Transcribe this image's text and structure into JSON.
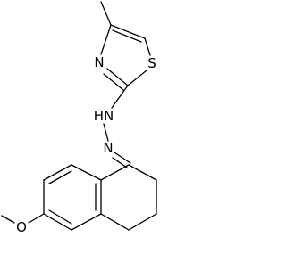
{
  "molecule": {
    "atoms": {
      "sulfur": "S",
      "thiazole_nitrogen": "N",
      "hydrazone_nh": "HN",
      "hydrazone_n": "N",
      "ether_oxygen": "O"
    }
  },
  "colors": {
    "bond": "#000000",
    "label": "#000000",
    "background": "#ffffff"
  }
}
